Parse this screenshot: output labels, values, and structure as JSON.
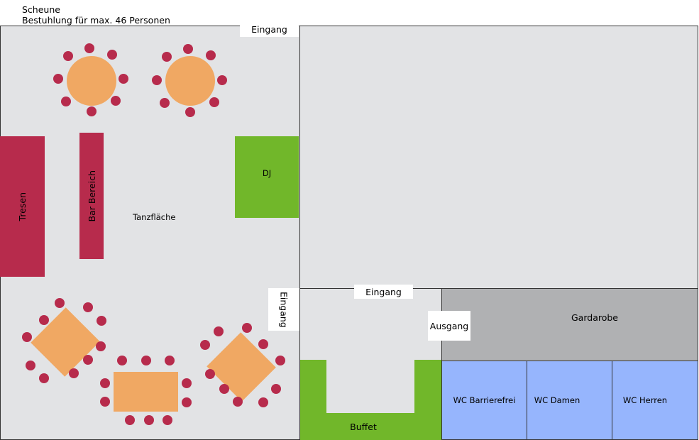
{
  "header": {
    "title": "Scheune",
    "subtitle": "Bestuhlung für max. 46 Personen"
  },
  "labels": {
    "entrance_top": "Eingang",
    "entrance_side": "Eingang",
    "entrance_lower": "Eingang",
    "exit": "Ausgang",
    "counter": "Tresen",
    "bar_area": "Bar Bereich",
    "dance_floor": "Tanzfläche",
    "dj": "DJ",
    "cloakroom": "Gardarobe",
    "buffet": "Buffet",
    "wc_accessible": "WC Barrierefrei",
    "wc_women": "WC Damen",
    "wc_men": "WC Herren"
  },
  "colors": {
    "floor": "#e2e3e5",
    "bar": "#b72b4c",
    "chair": "#b72b4c",
    "table": "#f0a863",
    "green": "#71b72a",
    "wc": "#96b5fd",
    "cloakroom": "#b0b1b3"
  }
}
